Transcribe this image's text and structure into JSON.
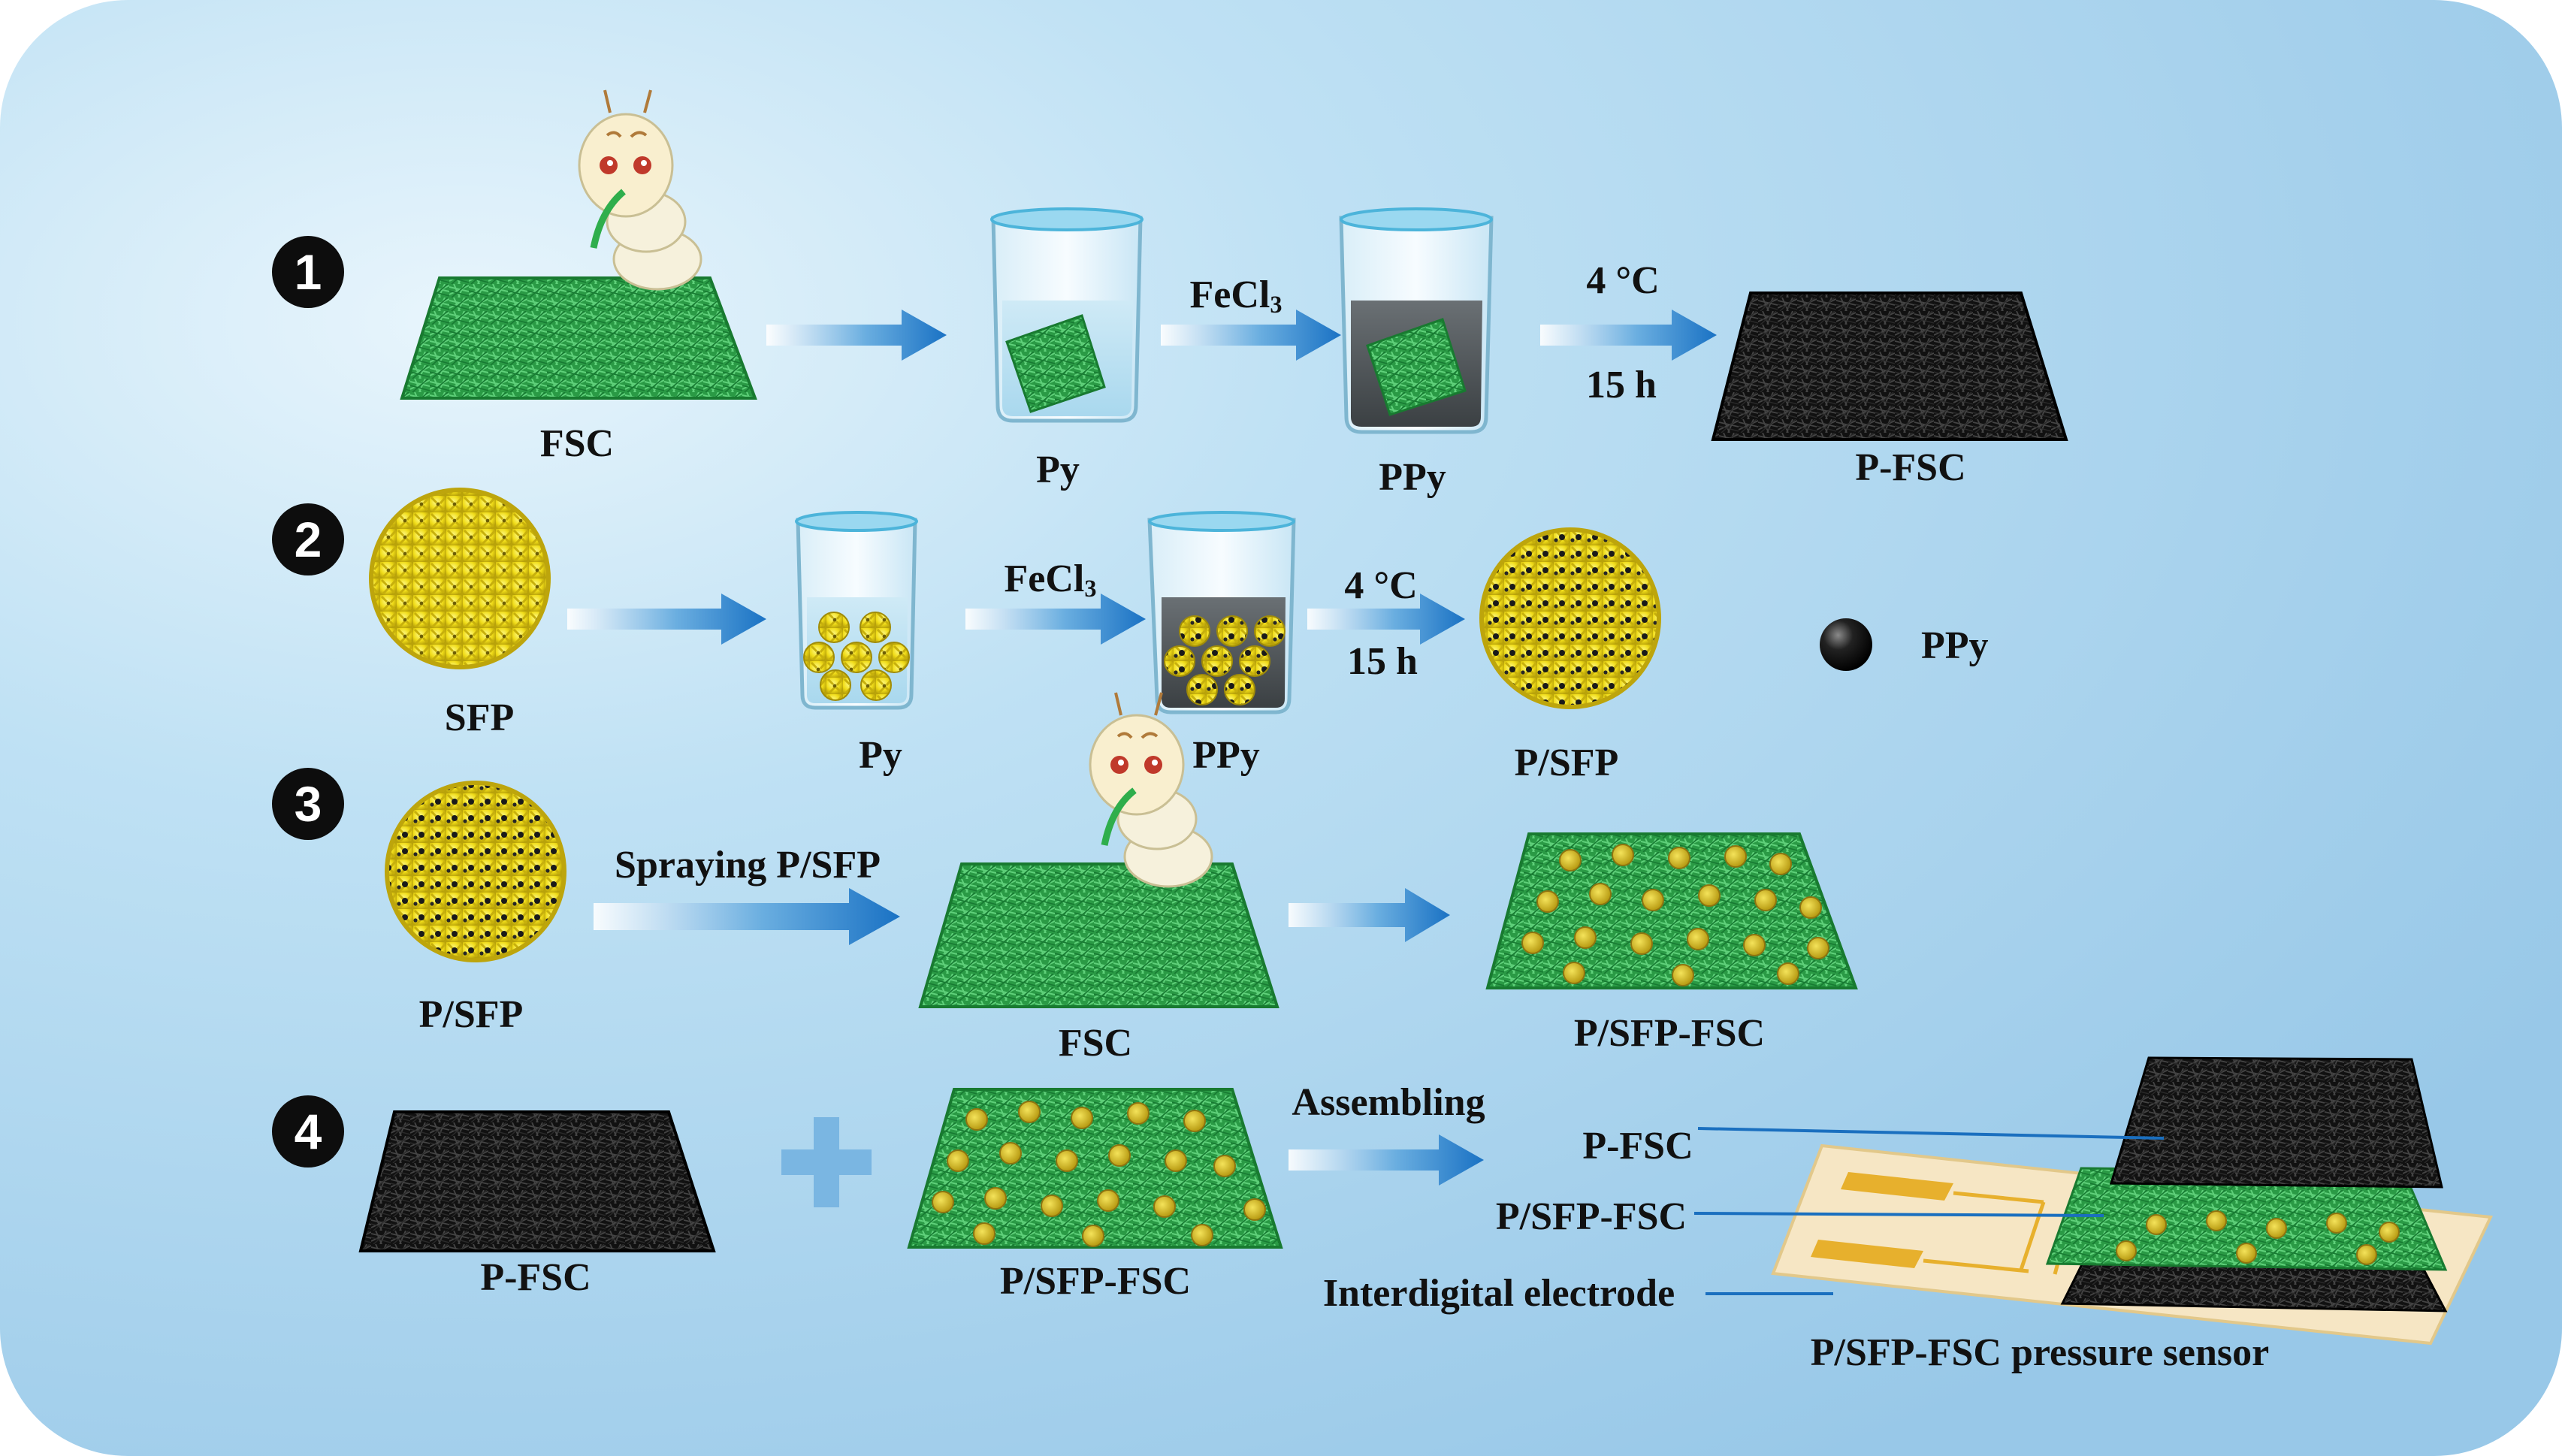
{
  "steps": [
    "1",
    "2",
    "3",
    "4"
  ],
  "row1": {
    "fsc": "FSC",
    "py": "Py",
    "reagent": "FeCl",
    "reagent_sub": "3",
    "ppy": "PPy",
    "temp": "4 °C",
    "time": "15 h",
    "product": "P-FSC"
  },
  "row2": {
    "sfp": "SFP",
    "py": "Py",
    "reagent": "FeCl",
    "reagent_sub": "3",
    "ppy": "PPy",
    "temp": "4 °C",
    "time": "15 h",
    "product": "P/SFP",
    "legend_ppy": "PPy"
  },
  "row3": {
    "source": "P/SFP",
    "spray": "Spraying P/SFP",
    "fsc": "FSC",
    "product": "P/SFP-FSC"
  },
  "row4": {
    "pfsc": "P-FSC",
    "pfsc2": "P/SFP-FSC",
    "assembling": "Assembling",
    "layer_top": "P-FSC",
    "layer_mid": "P/SFP-FSC",
    "layer_bottom": "Interdigital electrode",
    "device": "P/SFP-FSC pressure sensor"
  },
  "colors": {
    "background": "#a9d4ee",
    "fabric_green": "#2fae4c",
    "fabric_black": "#141414",
    "sphere_yellow": "#f2e21e",
    "arrow_blue": "#1e78c8",
    "water": "#bfe4f4",
    "ppy_solution": "#4c5257",
    "electrode": "#f6e6c4",
    "electrode_contact": "#e7b02d"
  }
}
